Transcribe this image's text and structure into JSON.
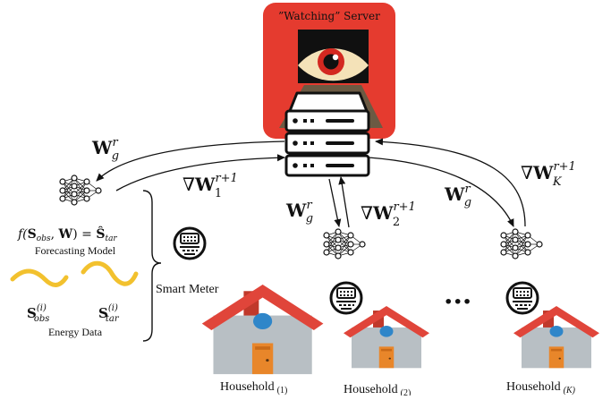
{
  "server": {
    "title": "”Watching” Server",
    "icon": "watching-eye-server-icon",
    "panel_color": "#e53b2f"
  },
  "arrows": {
    "down_global": {
      "sym": "W",
      "sup": "r",
      "sub": "g"
    },
    "up_1": {
      "pre": "∇",
      "sym": "W",
      "sup": "r+1",
      "sub": "1"
    },
    "down_2": {
      "sym": "W",
      "sup": "r",
      "sub": "g"
    },
    "up_2": {
      "pre": "∇",
      "sym": "W",
      "sup": "r+1",
      "sub": "2"
    },
    "down_K": {
      "sym": "W",
      "sup": "r",
      "sub": "g"
    },
    "up_K": {
      "pre": "∇",
      "sym": "W",
      "sup": "r+1",
      "sub": "K"
    }
  },
  "model": {
    "formula": {
      "f": "f(",
      "S": "S",
      "obs": "obs",
      "comma": ", ",
      "W": "W",
      "eq": ") = ",
      "Shat": "Ŝ",
      "tar": "tar"
    },
    "caption": "Forecasting Model"
  },
  "energy": {
    "obs_label": {
      "S": "S",
      "sup": "(i)",
      "sub": "obs"
    },
    "tar_label": {
      "S": "S",
      "sup": "(i)",
      "sub": "tar"
    },
    "caption": "Energy Data",
    "wave_color": "#f2c12e"
  },
  "smart_meter": {
    "label": "Smart Meter"
  },
  "ellipsis": "···",
  "households": [
    {
      "name": "Household",
      "index": "(1)"
    },
    {
      "name": "Household",
      "index": "(2)"
    },
    {
      "name": "Household",
      "index": "(K)"
    }
  ],
  "colors": {
    "roof": "#e0453a",
    "wall": "#b8bfc4",
    "door": "#e8862a",
    "window": "#2f86c9",
    "chimney": "#c0392b"
  }
}
